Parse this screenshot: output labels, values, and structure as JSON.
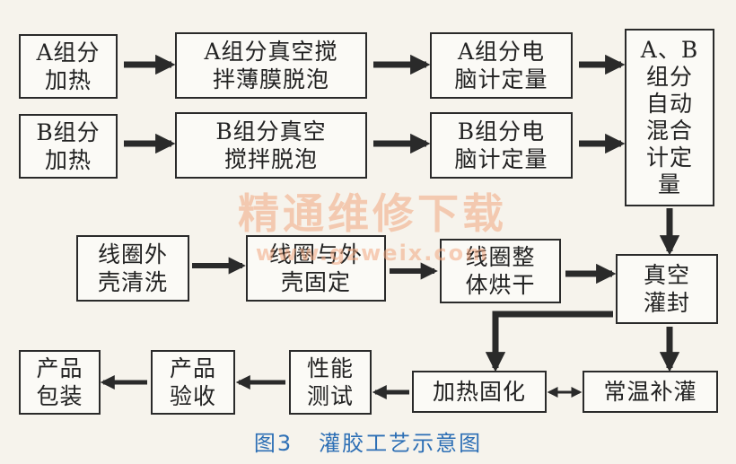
{
  "steps": {
    "a_heat": "A组分\n加热",
    "a_vacuum": "A组分真空搅\n拌薄膜脱泡",
    "a_meter": "A组分电\n脑计定量",
    "b_heat": "B组分\n加热",
    "b_vacuum": "B组分真空\n搅拌脱泡",
    "b_meter": "B组分电\n脑计定量",
    "ab_mix": "A、B\n组分\n自动\n混合\n计定\n量",
    "coil_clean": "线圈外\n壳清洗",
    "coil_fix": "线圈与外\n壳固定",
    "coil_dry": "线圈整\n体烘干",
    "vacuum_seal": "真空\n灌封",
    "room_fill": "常温补灌",
    "heat_cure": "加热固化",
    "perf_test": "性能\n测试",
    "product_check": "产品\n验收",
    "product_pack": "产品\n包装"
  },
  "watermark": {
    "text_cn": "精通维修下载",
    "url": "www.gzweix.com"
  },
  "caption": "图3   灌胶工艺示意图",
  "colors": {
    "box_border": "#2a2a2a",
    "arrow": "#2a2a2a",
    "caption": "#2d6fb5",
    "watermark": "#f2a880"
  }
}
